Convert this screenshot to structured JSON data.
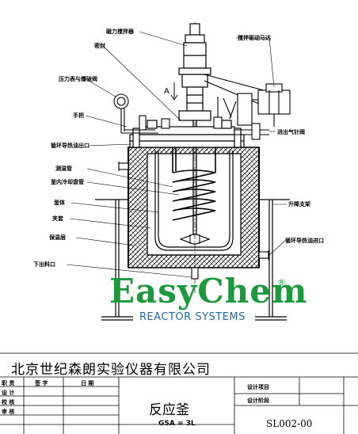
{
  "labels": {
    "motor_stirrer": "磁力搅拌器",
    "motor_drive": "搅拌驱动马达",
    "shaft_seal": "密封",
    "pressure_gauge": "压力表与爆破阀",
    "handle": "手把",
    "gas_inlet": "进出气针阀",
    "cooling_outlet": "循环导热油出口",
    "thermowell": "测温管",
    "inner_coil": "釜内冷却盘管",
    "vessel": "釜体",
    "jacket": "夹套",
    "insulation": "保温层",
    "support": "升降支架",
    "cooling_inlet": "循环导热油进口",
    "bottom_outlet": "下出料口",
    "view_marker": "A"
  },
  "brand": {
    "name": "EasyChem",
    "registered": "®",
    "tagline": "REACTOR SYSTEMS"
  },
  "title_block": {
    "company": "北京世纪森朗实验仪器有限公司",
    "col_role": "职 责",
    "col_sign": "签 字",
    "col_date": "日 期",
    "row_design": "设 计",
    "row_proofread": "校 核",
    "row_review": "审 核",
    "project": "设计项目",
    "stage": "设计阶段",
    "drawing_title": "反应釜",
    "capacity": "GSA = 3L",
    "drawing_no": "SL002-00"
  }
}
